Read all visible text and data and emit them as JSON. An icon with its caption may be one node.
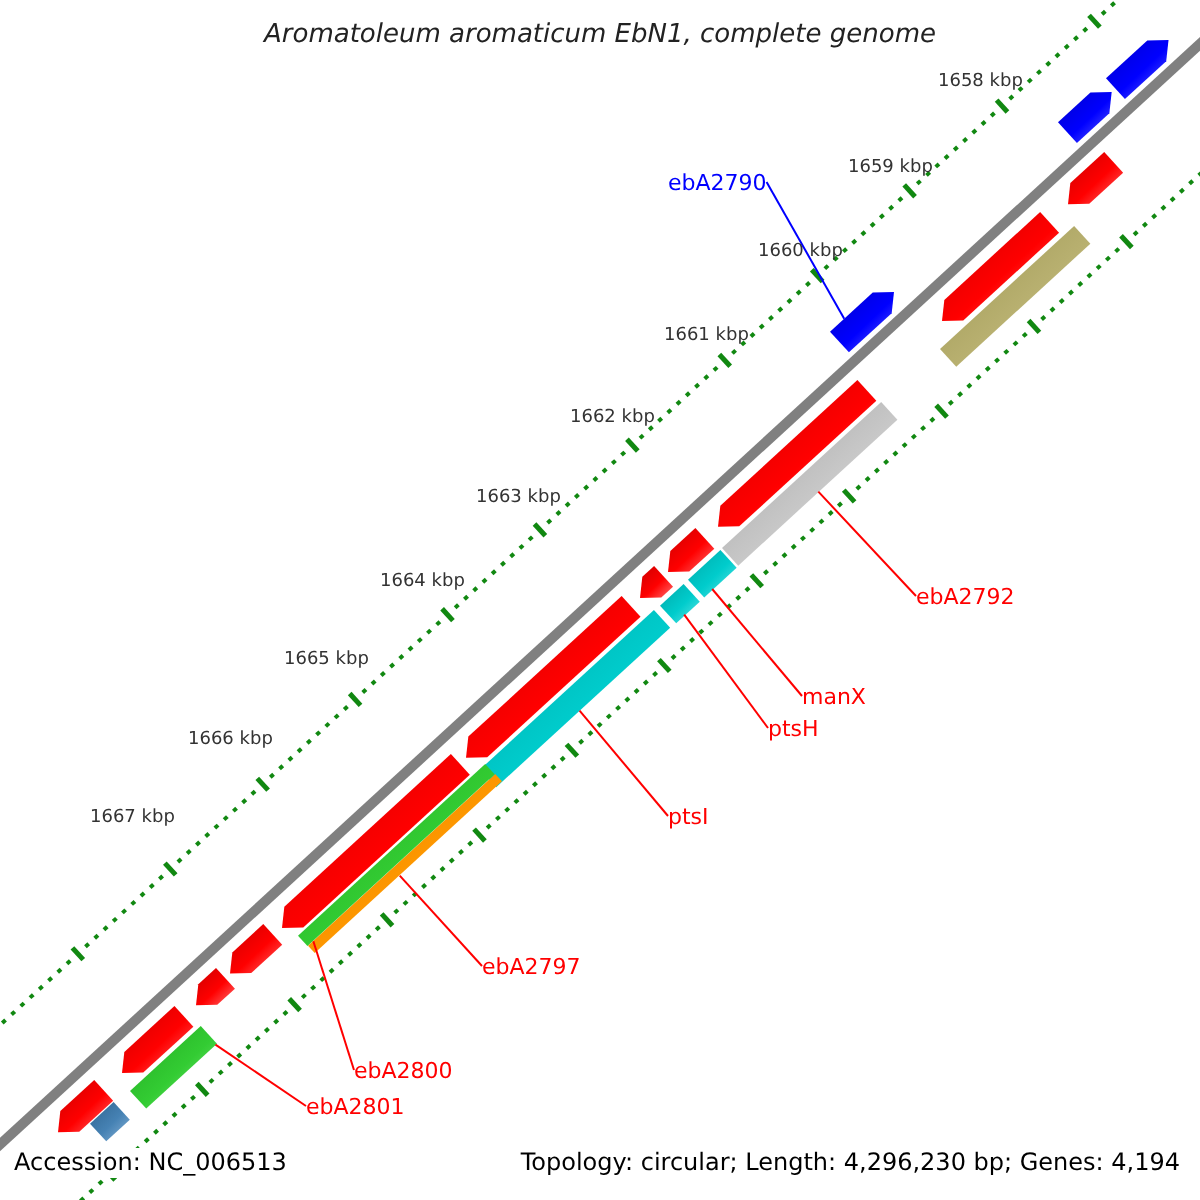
{
  "diagram": {
    "title": "Aromatoleum aromaticum EbN1, complete genome",
    "nodes": [
      {
        "text": [
          "ebA2790"
        ]
      },
      {
        "text": [],
        "shape": "bar"
      },
      {
        "text": [],
        "shape": "bar"
      },
      {
        "text": [
          "ebA2792"
        ]
      },
      {
        "text": [],
        "shape": "bar"
      },
      {
        "text": [
          "manX"
        ]
      },
      {
        "text": [],
        "shape": "bar"
      },
      {
        "text": [
          "ptsH"
        ]
      },
      {
        "text": [],
        "shape": "bar"
      },
      {
        "text": [
          "ptsI"
        ]
      },
      {
        "text": [],
        "shape": "bar"
      },
      {
        "text": [
          "ebA2797"
        ]
      },
      {
        "text": [],
        "shape": "bar"
      },
      {
        "text": [
          "ebA2800"
        ]
      },
      {
        "text": [],
        "shape": "bar"
      },
      {
        "text": [
          "ebA2801"
        ]
      },
      {
        "text": [],
        "shape": "bar"
      },
      {
        "text": [],
        "shape": "bar"
      },
      {
        "text": [],
        "shape": "bar"
      },
      {
        "text": [],
        "shape": "bar"
      },
      {
        "text": [],
        "shape": "bar"
      },
      {
        "text": [],
        "shape": "bar"
      },
      {
        "text": [],
        "shape": "bar"
      },
      {
        "text": [],
        "shape": "bar"
      },
      {
        "text": [],
        "shape": "bar"
      },
      {
        "text": [],
        "shape": "bar"
      },
      {
        "text": [],
        "shape": "bar"
      },
      {
        "text": [],
        "shape": "bar"
      },
      {
        "text": [],
        "shape": "bar"
      },
      {
        "text": [],
        "shape": "bar"
      },
      {
        "text": [],
        "shape": "bar"
      }
    ],
    "edges": [
      {
        "from": 0,
        "to": 1,
        "arrow": "none",
        "color": "#0000ff"
      },
      {
        "from": 3,
        "to": 2,
        "arrow": "none"
      },
      {
        "from": 5,
        "to": 4,
        "arrow": "none"
      },
      {
        "from": 7,
        "to": 6,
        "arrow": "none"
      },
      {
        "from": 9,
        "to": 8,
        "arrow": "none"
      },
      {
        "from": 11,
        "to": 10,
        "arrow": "none"
      },
      {
        "from": 13,
        "to": 12,
        "arrow": "none"
      },
      {
        "from": 15,
        "to": 14,
        "arrow": "none"
      }
    ],
    "labels": [
      "1658 kbp",
      "1659 kbp",
      "1660 kbp",
      "1661 kbp",
      "1662 kbp",
      "1663 kbp",
      "1664 kbp",
      "1665 kbp",
      "1666 kbp",
      "1667 kbp",
      "Accession: NC_006513",
      "Topology: circular; Length: 4,296,230 bp; Genes: 4,194"
    ]
  }
}
